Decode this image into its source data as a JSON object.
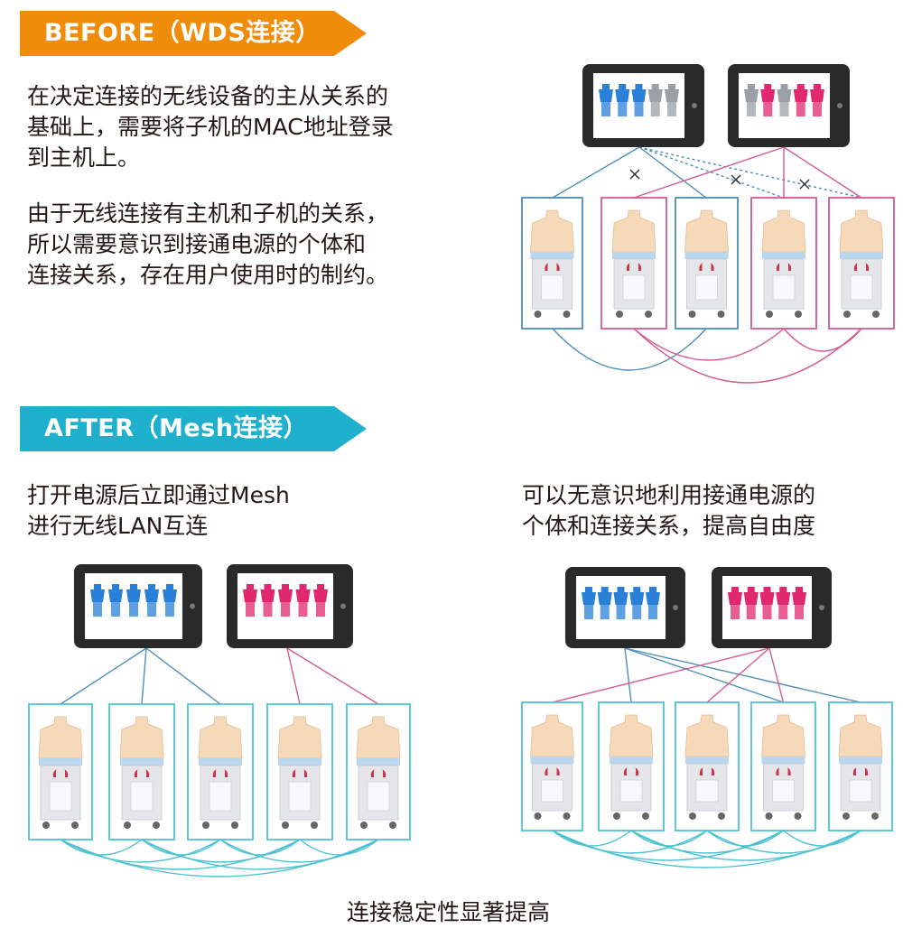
{
  "before": {
    "banner": "BEFORE（WDS连接）",
    "paragraphs": [
      "在决定连接的无线设备的主从关系的\n基础上，需要将子机的MAC地址登录\n到主机上。",
      "由于无线连接有主机和子机的关系，\n所以需要意识到接通电源的个体和\n连接关系，存在用户使用时的制约。"
    ]
  },
  "after": {
    "banner": "AFTER（Mesh连接）",
    "left_caption": "打开电源后立即通过Mesh\n进行无线LAN互连",
    "right_caption": "可以无意识地利用接通电源的\n个体和连接关系，提高自由度",
    "footer": "连接稳定性显著提高"
  },
  "colors": {
    "before_banner": "#ef8c0a",
    "after_banner": "#1fb0cd",
    "blue_group": "#4d8fb8",
    "pink_group": "#d25a92",
    "mesh_link": "#4cc2d0",
    "tablet_frame": "#2a2a2a",
    "mannequin_skin": "#f6d9b8",
    "cart_body": "#e4e6ea"
  },
  "icons": {
    "tablet": "tablet-icon",
    "device": "manikin-simulator-unit-icon",
    "blocked_link": "cross-mark-icon"
  }
}
